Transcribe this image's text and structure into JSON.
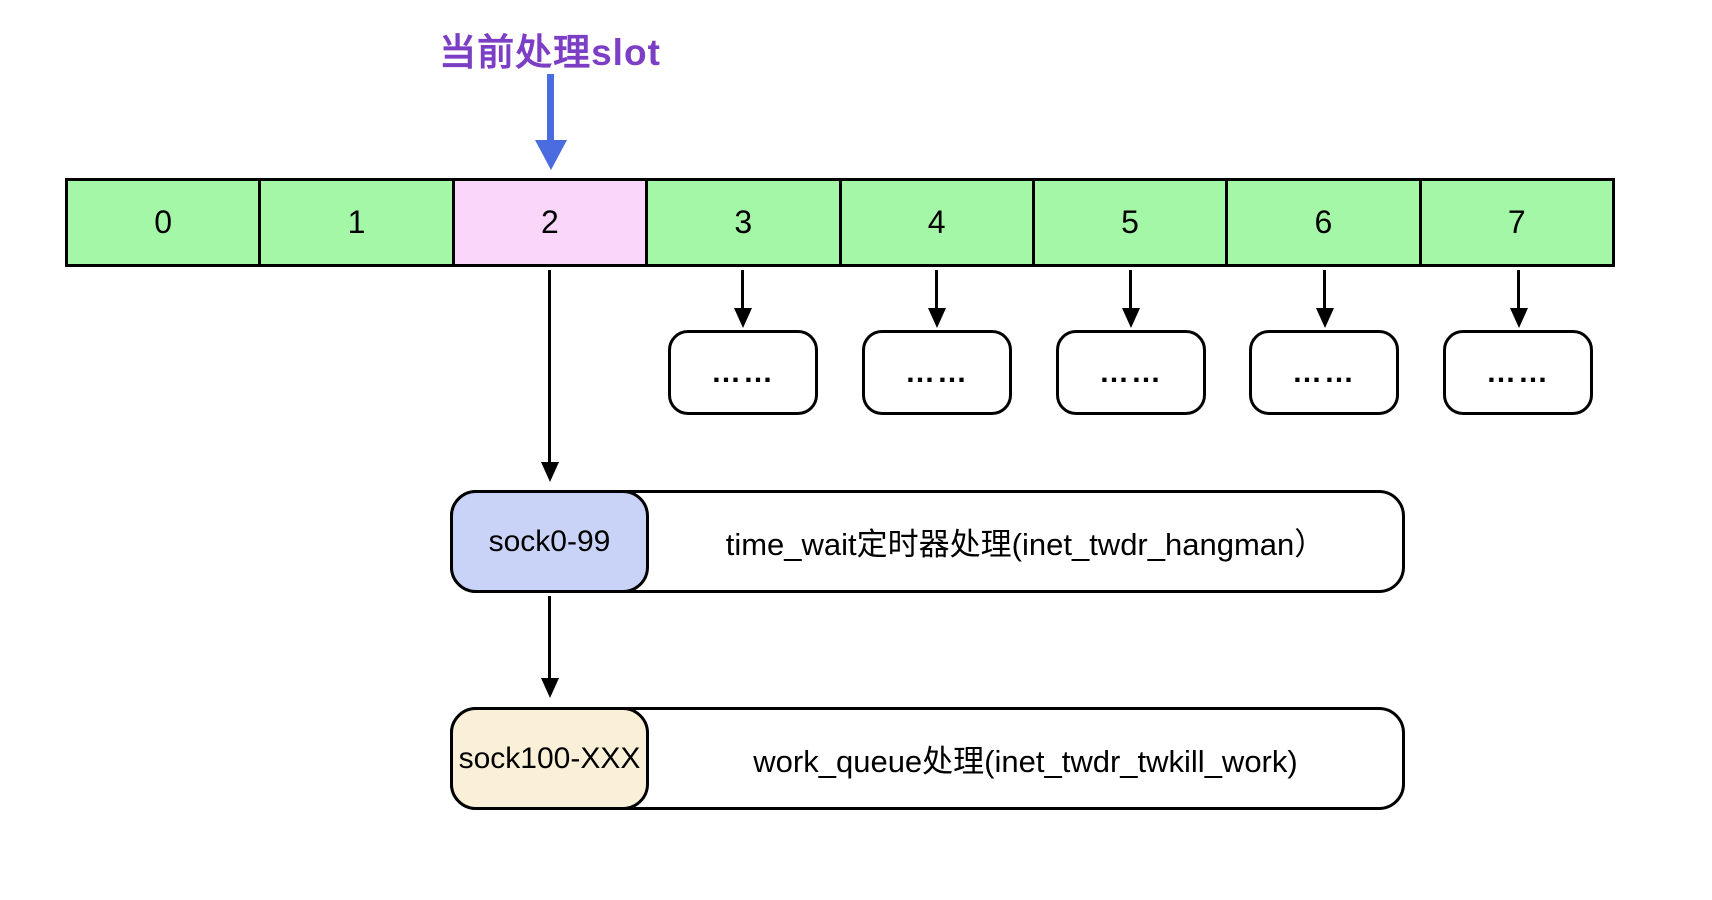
{
  "title": {
    "text": "当前处理slot"
  },
  "slots": {
    "labels": [
      "0",
      "1",
      "2",
      "3",
      "4",
      "5",
      "6",
      "7"
    ],
    "active_index": 2
  },
  "dots": {
    "label": "……"
  },
  "stages": [
    {
      "tag": "sock0-99",
      "desc": "time_wait定时器处理(inet_twdr_hangman）"
    },
    {
      "tag": "sock100-XXX",
      "desc": "work_queue处理(inet_twdr_twkill_work)"
    }
  ],
  "colors": {
    "slot_default": "#a4f7a6",
    "slot_active": "#fad6fa",
    "stage1_tag": "#c9d3f7",
    "stage2_tag": "#faf0d8",
    "title_text": "#7d3ec6",
    "pointer_arrow": "#4a6ce0",
    "stroke": "#000000"
  }
}
